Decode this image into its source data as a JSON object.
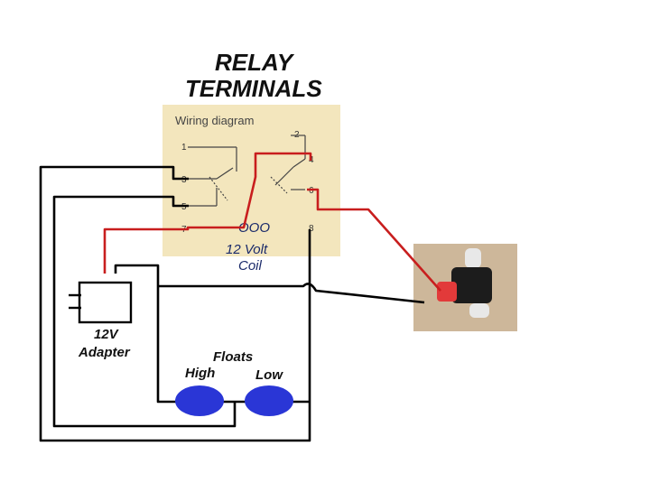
{
  "title": {
    "line1": "RELAY",
    "line2": "TERMINALS"
  },
  "relay_box": {
    "heading": "Wiring diagram",
    "terminals": [
      "1",
      "2",
      "3",
      "4",
      "5",
      "6",
      "7",
      "8"
    ],
    "coil_symbol": "OOO",
    "coil_label_line1": "12 Volt",
    "coil_label_line2": "Coil"
  },
  "adapter": {
    "label_line1": "12V",
    "label_line2": "Adapter"
  },
  "floats": {
    "title": "Floats",
    "high": "High",
    "low": "Low"
  },
  "colors": {
    "relay_box_bg": "#f3e6bd",
    "wire_black": "#000000",
    "wire_red": "#c81e1e",
    "float_blue": "#2a36d6",
    "photo_bg": "#cdb79a"
  }
}
